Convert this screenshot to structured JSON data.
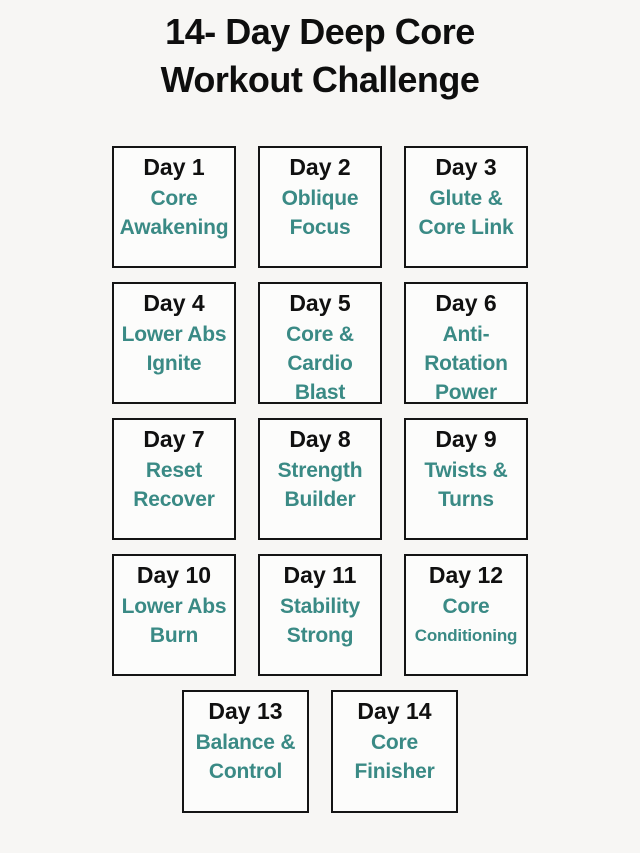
{
  "page": {
    "title_line1": "14- Day Deep Core",
    "title_line2": "Workout Challenge"
  },
  "colors": {
    "page_bg": "#f7f6f4",
    "card_bg": "#fcfcfb",
    "card_border": "#141414",
    "title_text": "#0e0e0e",
    "day_text": "#101010",
    "workout_text": "#3a8a85"
  },
  "days": [
    {
      "label": "Day 1",
      "lines": [
        "Core",
        "Awakening"
      ]
    },
    {
      "label": "Day 2",
      "lines": [
        "Oblique",
        "Focus"
      ]
    },
    {
      "label": "Day 3",
      "lines": [
        "Glute &",
        "Core Link"
      ]
    },
    {
      "label": "Day 4",
      "lines": [
        "Lower Abs",
        "Ignite"
      ]
    },
    {
      "label": "Day 5",
      "lines": [
        "Core &",
        "Cardio",
        "Blast"
      ]
    },
    {
      "label": "Day 6",
      "lines": [
        "Anti-",
        "Rotation",
        "Power"
      ]
    },
    {
      "label": "Day 7",
      "lines": [
        "Reset",
        "Recover"
      ]
    },
    {
      "label": "Day 8",
      "lines": [
        "Strength",
        "Builder"
      ]
    },
    {
      "label": "Day 9",
      "lines": [
        "Twists &",
        "Turns"
      ]
    },
    {
      "label": "Day 10",
      "lines": [
        "Lower Abs",
        "Burn"
      ]
    },
    {
      "label": "Day 11",
      "lines": [
        "Stability",
        "Strong"
      ]
    },
    {
      "label": "Day 12",
      "lines": [
        "Core",
        "Conditioning"
      ]
    },
    {
      "label": "Day 13",
      "lines": [
        "Balance &",
        "Control"
      ]
    },
    {
      "label": "Day 14",
      "lines": [
        "Core",
        "Finisher"
      ]
    }
  ]
}
